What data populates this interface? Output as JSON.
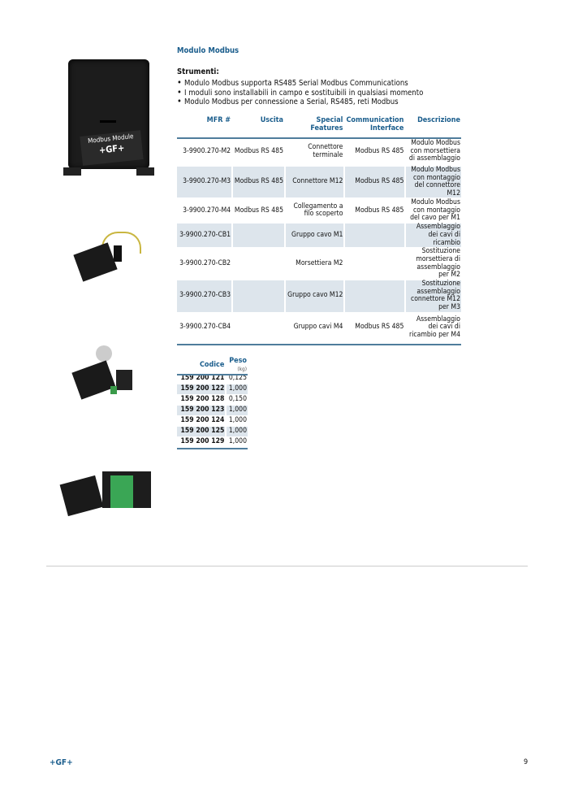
{
  "title": "Modulo Modbus",
  "subtitle": "Strumenti:",
  "bullets": [
    "Modulo Modbus supporta RS485 Serial Modbus Communications",
    "I moduli sono installabili in campo e sostituibili in qualsiasi momento",
    "Modulo Modbus per connessione a Serial, RS485, reti Modbus"
  ],
  "product_label": {
    "line1": "Modbus Module",
    "line2": "+GF+"
  },
  "main_table": {
    "headers": [
      "MFR #",
      "Uscita",
      "Special Features",
      "Communication Interface",
      "Descrizione"
    ],
    "rows": [
      [
        "3-9900.270-M2",
        "Modbus RS 485",
        "Connettore terminale",
        "Modbus RS 485",
        "Modulo Modbus con morsettiera di assemblaggio"
      ],
      [
        "3-9900.270-M3",
        "Modbus RS 485",
        "Connettore M12",
        "Modbus RS 485",
        "Modulo Modbus con montaggio del connettore M12"
      ],
      [
        "3-9900.270-M4",
        "Modbus RS 485",
        "Collegamento a filo scoperto",
        "Modbus RS 485",
        "Modulo Modbus con montaggio del cavo per M1"
      ],
      [
        "3-9900.270-CB1",
        "",
        "Gruppo cavo M1",
        "",
        "Assemblaggio dei cavi di ricambio"
      ],
      [
        "3-9900.270-CB2",
        "",
        "Morsettiera M2",
        "",
        "Sostituzione morsettiera di assemblaggio per M2"
      ],
      [
        "3-9900.270-CB3",
        "",
        "Gruppo cavo M12",
        "",
        "Sostituzione assemblaggio connettore M12 per M3"
      ],
      [
        "3-9900.270-CB4",
        "",
        "Gruppo cavi M4",
        "Modbus RS 485",
        "Assemblaggio dei cavi di ricambio per M4"
      ]
    ]
  },
  "code_table": {
    "headers": [
      "Codice",
      "Peso"
    ],
    "unit": "(kg)",
    "rows": [
      [
        "159 200 121",
        "0,125"
      ],
      [
        "159 200 122",
        "1,000"
      ],
      [
        "159 200 128",
        "0,150"
      ],
      [
        "159 200 123",
        "1,000"
      ],
      [
        "159 200 124",
        "1,000"
      ],
      [
        "159 200 125",
        "1,000"
      ],
      [
        "159 200 129",
        "1,000"
      ]
    ]
  },
  "footer": {
    "logo": "+GF+",
    "page": "9"
  }
}
